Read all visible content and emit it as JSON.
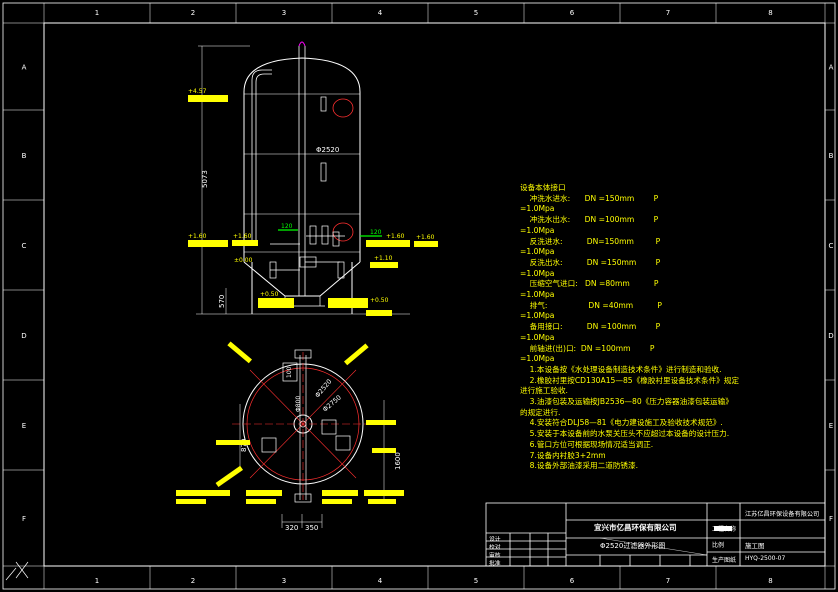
{
  "grid": {
    "cols": [
      "1",
      "2",
      "3",
      "4",
      "5",
      "6",
      "7",
      "8"
    ],
    "rows": [
      "A",
      "B",
      "C",
      "D",
      "E",
      "F"
    ]
  },
  "elevation": {
    "diameter": "Φ2520",
    "height": "5073",
    "base_height": "570",
    "nozzle_120": "120",
    "nozzle_120b": "120",
    "level_top": "+4.57",
    "level_mid_left": "+1.60",
    "level_mid_left2": "+1.60",
    "level_mid_right": "+1.60",
    "level_right2": "+1.60",
    "level_cone": "+1.10",
    "level_low": "+0.50",
    "level_low_r": "+0.50",
    "level_ground": "±0.00",
    "level_ground_l": "±0.00"
  },
  "plan": {
    "d1": "Φ2520",
    "d2": "Φ2750",
    "d3": "Φ800",
    "dim_100": "100",
    "dim_870": "870",
    "dim_1600": "1600",
    "dim_320": "320",
    "dim_350": "350"
  },
  "notes": {
    "header": "设备本体接口",
    "lines": [
      "    冲洗水进水:      DN =150mm        P",
      "=1.0Mpa",
      "    冲洗水出水:      DN =100mm        P",
      "=1.0Mpa",
      "    反洗进水:          DN=150mm         P",
      "=1.0Mpa",
      "    反洗出水:          DN =150mm        P",
      "=1.0Mpa",
      "    压缩空气进口:   DN =80mm          P",
      "=1.0Mpa",
      "    排气:                 DN =40mm          P",
      "=1.0Mpa",
      "    备用接口:          DN =100mm        P",
      "=1.0Mpa",
      "    前轴进(出)口:  DN =100mm        P",
      "=1.0Mpa",
      "    1.本设备按《水处理设备制造技术条件》进行制造和验收.",
      "    2.橡胶衬里按CD130A15—85《橡胶衬里设备技术条件》规定",
      "进行施工验收.",
      "    3.油漆包装及运输按JB2536—80《压力容器油漆包装运输》",
      "的规定进行.",
      "    4.安装符合DLJ58—81《电力建设施工及验收技术规范》.",
      "    5.安装于本设备前的水泵关压头不应超过本设备的设计压力.",
      "    6.管口方位可根据现场情况适当调正.",
      "    7.设备内衬胶3+2mm",
      "    8.设备外部油漆采用二道防锈漆."
    ]
  },
  "title_block": {
    "company": "宜兴市亿昌环保有限公司",
    "drawing_title": "Φ2520过滤器外形图",
    "right_company": "江苏亿昌环保设备有限公司",
    "stage": "施工图",
    "scale_label": "比例",
    "drawing_no": "HYQ-2500-07",
    "sign_rows": [
      "设计",
      "校对",
      "审核",
      "批准"
    ],
    "right_rows": [
      "工程名称",
      "生产图纸"
    ]
  },
  "colors": {
    "bg": "#000000",
    "frame": "#ffffff",
    "vessel": "#ffffff",
    "dim": "#ff3030",
    "note": "#ffff00",
    "green": "#00ff00",
    "magenta": "#ff00ff"
  }
}
